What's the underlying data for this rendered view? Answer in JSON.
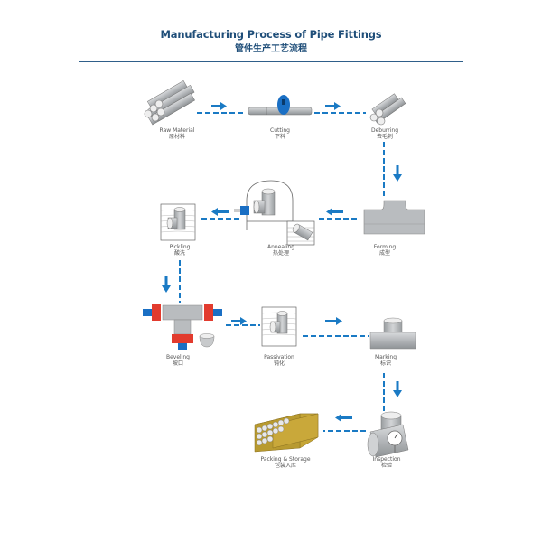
{
  "title": {
    "en": "Manufacturing Process of Pipe Fittings",
    "zh": "管件生产工艺流程"
  },
  "colors": {
    "title": "#1f4e79",
    "arrow": "#1a7ac4",
    "metal": "#b5b8bb",
    "clamp_red": "#e23b2e",
    "clamp_blue": "#1a6fc4",
    "box_gold": "#c9a83a"
  },
  "steps": [
    {
      "id": "raw-material",
      "en": "Raw Material",
      "zh": "原材料",
      "icon": "pipe-bundle-icon"
    },
    {
      "id": "cutting",
      "en": "Cutting",
      "zh": "下料",
      "icon": "pipe-cutter-icon"
    },
    {
      "id": "deburring",
      "en": "Deburring",
      "zh": "去毛刺",
      "icon": "pipe-stack-icon"
    },
    {
      "id": "forming",
      "en": "Forming",
      "zh": "成型",
      "icon": "tee-fitting-icon"
    },
    {
      "id": "annealing",
      "en": "Annealing",
      "zh": "热处理",
      "icon": "furnace-icon"
    },
    {
      "id": "pickling",
      "en": "Pickling",
      "zh": "酸洗",
      "icon": "acid-bath-icon"
    },
    {
      "id": "beveling",
      "en": "Beveling",
      "zh": "坡口",
      "icon": "beveling-clamp-icon"
    },
    {
      "id": "passivation",
      "en": "Passivation",
      "zh": "钝化",
      "icon": "passivation-bath-icon"
    },
    {
      "id": "marking",
      "en": "Marking",
      "zh": "标识",
      "icon": "tee-fitting-icon"
    },
    {
      "id": "inspection",
      "en": "Inspection",
      "zh": "检验",
      "icon": "gauge-inspection-icon"
    },
    {
      "id": "packing",
      "en": "Packing & Storage",
      "zh": "包装入库",
      "icon": "packing-box-icon"
    }
  ]
}
